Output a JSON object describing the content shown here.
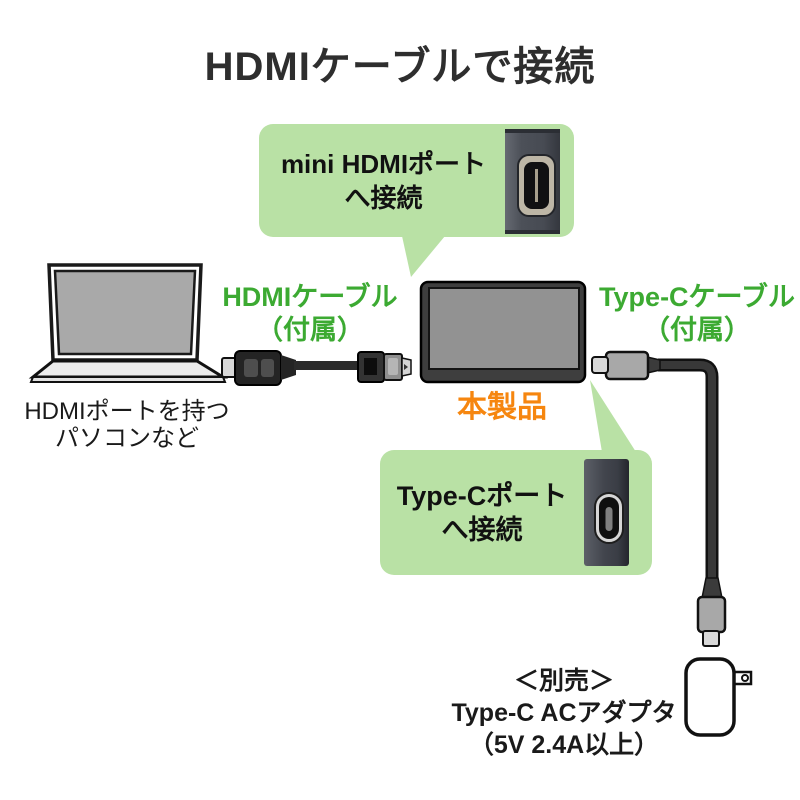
{
  "diagram": {
    "title": "HDMIケーブルで接続",
    "source_device": {
      "label_line1": "HDMIポートを持つ",
      "label_line2": "パソコンなど"
    },
    "hdmi_cable": {
      "label_line1": "HDMIケーブル",
      "label_line2": "（付属）"
    },
    "mini_hdmi_callout": {
      "line1": "mini HDMIポート",
      "line2": "へ接続"
    },
    "product": {
      "label": "本製品"
    },
    "typec_cable": {
      "label_line1": "Type-Cケーブル",
      "label_line2": "（付属）"
    },
    "typec_callout": {
      "line1": "Type-Cポート",
      "line2": "へ接続"
    },
    "ac_adapter": {
      "line1": "＜別売＞",
      "line2": "Type-C ACアダプタ",
      "line3": "（5V 2.4A以上）"
    },
    "illustrations": [
      "laptop-illustration",
      "hdmi-cable-illustration",
      "monitor-illustration",
      "mini-hdmi-port-photo",
      "type-c-port-photo",
      "type-c-cable-illustration",
      "ac-adapter-illustration"
    ],
    "colors": {
      "accent_green_text": "#3caa32",
      "callout_background": "#b9e1a5",
      "product_orange": "#f6860f",
      "title_text": "#2e2e2e"
    }
  }
}
